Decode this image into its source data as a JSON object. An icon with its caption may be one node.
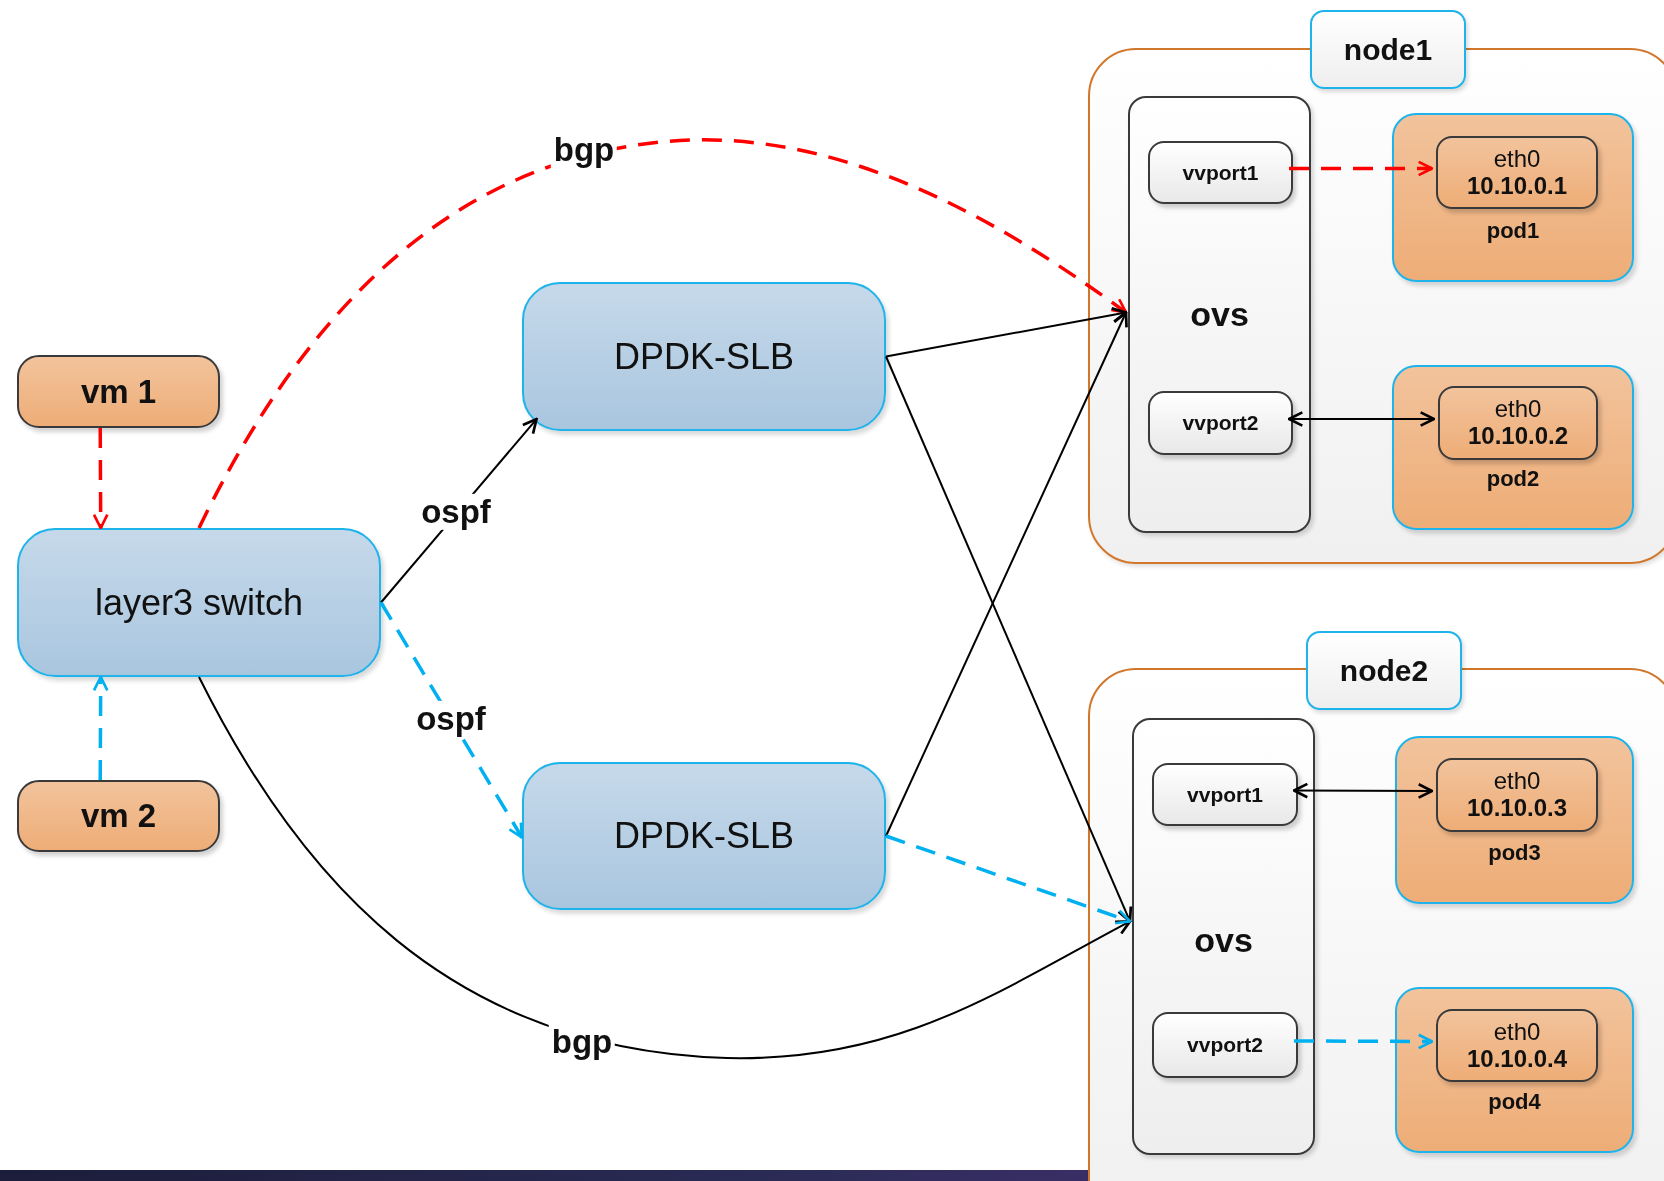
{
  "diagram": {
    "nodes": [
      {
        "text": [
          "vm 1"
        ]
      },
      {
        "text": [
          "layer3 switch"
        ]
      },
      {
        "text": [
          "vm 2"
        ]
      },
      {
        "text": [
          "DPDK-SLB"
        ]
      },
      {
        "text": [
          "DPDK-SLB"
        ]
      },
      {
        "text": [
          "node1"
        ]
      },
      {
        "text": [
          "ovs"
        ],
        "in": 5
      },
      {
        "text": [
          "vvport1"
        ],
        "in": 6
      },
      {
        "text": [
          "vvport2"
        ],
        "in": 6
      },
      {
        "text": [
          "pod1"
        ],
        "in": 5
      },
      {
        "text": [
          "eth0",
          "10.10.0.1"
        ],
        "in": 9
      },
      {
        "text": [
          "pod2"
        ],
        "in": 5
      },
      {
        "text": [
          "eth0",
          "10.10.0.2"
        ],
        "in": 11
      },
      {
        "text": [
          "node2"
        ]
      },
      {
        "text": [
          "ovs"
        ],
        "in": 13
      },
      {
        "text": [
          "vvport1"
        ],
        "in": 14
      },
      {
        "text": [
          "vvport2"
        ],
        "in": 14
      },
      {
        "text": [
          "pod3"
        ],
        "in": 13
      },
      {
        "text": [
          "eth0",
          "10.10.0.3"
        ],
        "in": 17
      },
      {
        "text": [
          "pod4"
        ],
        "in": 13
      },
      {
        "text": [
          "eth0",
          "10.10.0.4"
        ],
        "in": 19
      }
    ],
    "edges": [
      {
        "from": 0,
        "to": 1,
        "arrow": "to",
        "style": "dashed",
        "color": "#ff0000"
      },
      {
        "from": 2,
        "to": 1,
        "arrow": "to",
        "style": "dashed",
        "color": "#00b0f0"
      },
      {
        "from": 1,
        "to": 3,
        "arrow": "to",
        "label": "ospf"
      },
      {
        "from": 1,
        "to": 4,
        "arrow": "to",
        "label": "ospf",
        "style": "dashed",
        "color": "#00b0f0"
      },
      {
        "from": 1,
        "to": 6,
        "arrow": "to",
        "label": "bgp",
        "style": "dashed",
        "color": "#ff0000"
      },
      {
        "from": 1,
        "to": 14,
        "arrow": "to",
        "label": "bgp"
      },
      {
        "from": 3,
        "to": 6,
        "arrow": "to"
      },
      {
        "from": 3,
        "to": 14,
        "arrow": "to"
      },
      {
        "from": 4,
        "to": 6,
        "arrow": "to"
      },
      {
        "from": 4,
        "to": 14,
        "arrow": "to",
        "style": "dashed",
        "color": "#00b0f0"
      },
      {
        "from": 7,
        "to": 10,
        "arrow": "to",
        "style": "dashed",
        "color": "#ff0000"
      },
      {
        "from": 8,
        "to": 12,
        "arrow": "both"
      },
      {
        "from": 15,
        "to": 18,
        "arrow": "both"
      },
      {
        "from": 16,
        "to": 20,
        "arrow": "to",
        "style": "dashed",
        "color": "#00b0f0"
      }
    ]
  }
}
